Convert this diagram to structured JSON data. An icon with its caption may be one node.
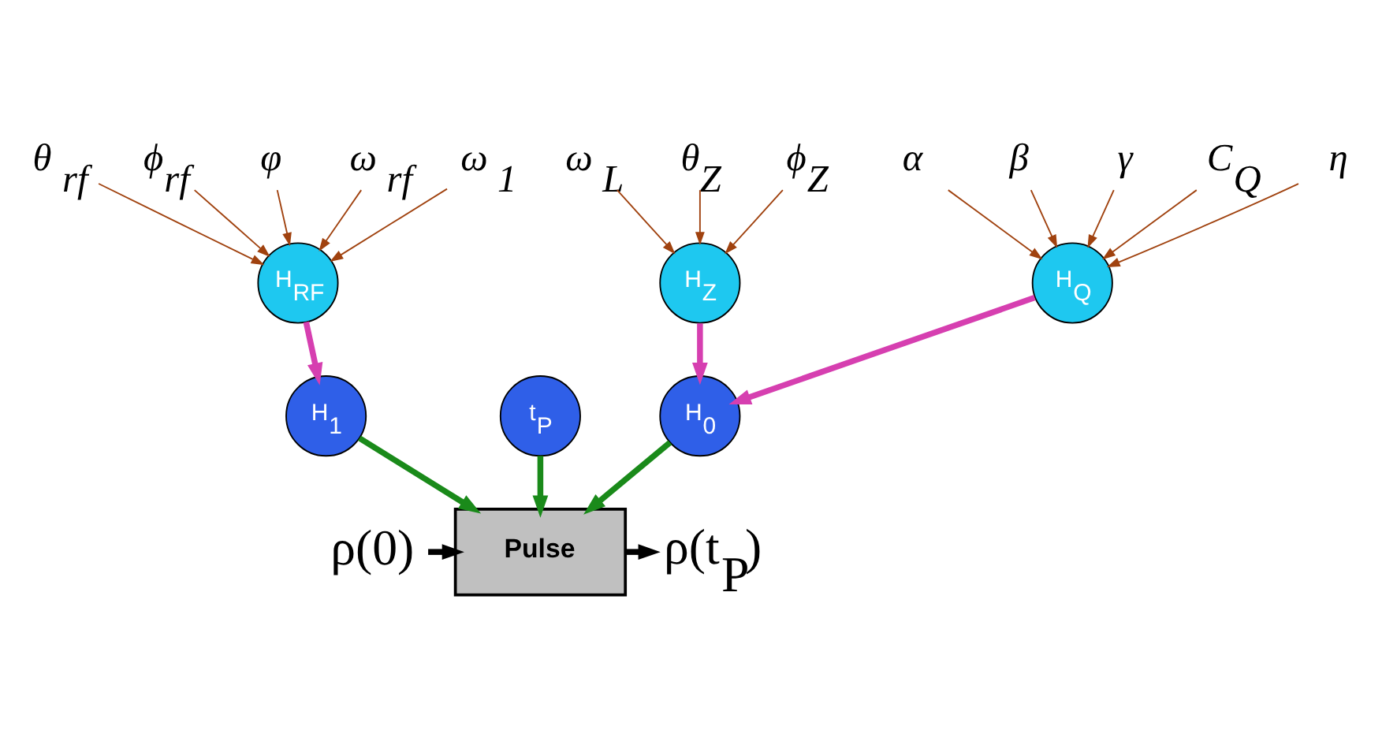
{
  "diagram": {
    "nodes": [
      {
        "text": [
          "α"
        ]
      },
      {
        "text": [
          "β"
        ]
      },
      {
        "text": [
          "γ"
        ]
      },
      {
        "text": [
          "C$_{Q}$"
        ]
      },
      {
        "text": [
          "η"
        ]
      },
      {
        "text": [
          "H$_{Q}$"
        ]
      },
      {
        "text": [
          "ω $_{L}$"
        ]
      },
      {
        "text": [
          "θ$_{Z}$"
        ]
      },
      {
        "text": [
          "ϕ$_{Z}$"
        ]
      },
      {
        "text": [
          "H$_{Z}$"
        ]
      },
      {
        "text": [
          "θ $_{rf}$"
        ]
      },
      {
        "text": [
          "ϕ$_{rf}$"
        ]
      },
      {
        "text": [
          "φ"
        ]
      },
      {
        "text": [
          "ω $_{rf}$"
        ]
      },
      {
        "text": [
          "ω $_{1}$"
        ]
      },
      {
        "text": [
          "H$_{RF}$"
        ]
      },
      {
        "text": [
          "H$_{0}$"
        ]
      },
      {
        "text": [
          "t$_{P}$"
        ]
      },
      {
        "text": [
          "H$_{1}$"
        ]
      },
      {
        "text": [
          "ρ(0)"
        ]
      },
      {
        "text": [
          "Pulse"
        ]
      },
      {
        "text": [
          "ρ(t$_{P}$)"
        ]
      }
    ],
    "edges": [
      {
        "from": 0,
        "to": 5,
        "arrow": "to"
      },
      {
        "from": 1,
        "to": 5,
        "arrow": "to"
      },
      {
        "from": 2,
        "to": 5,
        "arrow": "to"
      },
      {
        "from": 3,
        "to": 5,
        "arrow": "to"
      },
      {
        "from": 4,
        "to": 5,
        "arrow": "to"
      },
      {
        "from": 6,
        "to": 9,
        "arrow": "to"
      },
      {
        "from": 7,
        "to": 9,
        "arrow": "to"
      },
      {
        "from": 8,
        "to": 9,
        "arrow": "to"
      },
      {
        "from": 10,
        "to": 15,
        "arrow": "to"
      },
      {
        "from": 11,
        "to": 15,
        "arrow": "to"
      },
      {
        "from": 12,
        "to": 15,
        "arrow": "to"
      },
      {
        "from": 13,
        "to": 15,
        "arrow": "to"
      },
      {
        "from": 14,
        "to": 15,
        "arrow": "to"
      },
      {
        "from": 5,
        "to": 16,
        "arrow": "to",
        "style": "thick",
        "color": "#d63fb0"
      },
      {
        "from": 9,
        "to": 16,
        "arrow": "to",
        "style": "thick",
        "color": "#d63fb0"
      },
      {
        "from": 15,
        "to": 18,
        "arrow": "to",
        "style": "thick",
        "color": "#d63fb0"
      },
      {
        "from": 16,
        "to": 20,
        "arrow": "to",
        "style": "thick",
        "color": "#1a8a1a"
      },
      {
        "from": 17,
        "to": 20,
        "arrow": "to",
        "style": "thick",
        "color": "#1a8a1a"
      },
      {
        "from": 18,
        "to": 20,
        "arrow": "to",
        "style": "thick",
        "color": "#1a8a1a"
      },
      {
        "from": 19,
        "to": 20,
        "arrow": "to",
        "style": "thick",
        "color": "#000000"
      },
      {
        "from": 20,
        "to": 21,
        "arrow": "to",
        "style": "thick",
        "color": "#000000"
      }
    ]
  }
}
